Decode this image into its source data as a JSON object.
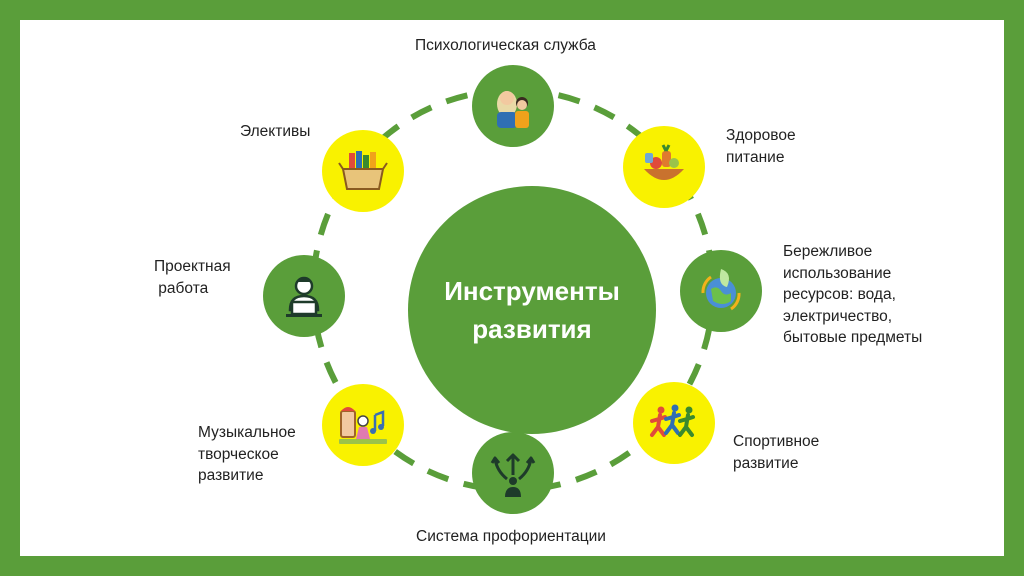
{
  "center": {
    "line1": "Инструменты",
    "line2": "развития"
  },
  "colors": {
    "background": "#5a9e3a",
    "accent_green": "#5a9e3a",
    "accent_yellow": "#f9f200",
    "ring": "#5a9e3a"
  },
  "nodes": [
    {
      "id": "psych",
      "icon": "people-icon",
      "label_lines": [
        "Психологическая служба"
      ]
    },
    {
      "id": "food",
      "icon": "healthy-food-icon",
      "label_lines": [
        "Здоровое",
        "питание"
      ]
    },
    {
      "id": "eco",
      "icon": "eco-globe-icon",
      "label_lines": [
        "Бережливое",
        "использование",
        "ресурсов: вода,",
        "электричество,",
        "бытовые предметы"
      ]
    },
    {
      "id": "sport",
      "icon": "runners-icon",
      "label_lines": [
        "Спортивное",
        "развитие"
      ]
    },
    {
      "id": "career",
      "icon": "career-arrows-icon",
      "label_lines": [
        "Система профориентации"
      ]
    },
    {
      "id": "music",
      "icon": "theatre-music-icon",
      "label_lines": [
        "Музыкальное",
        "творческое",
        "развитие"
      ]
    },
    {
      "id": "project",
      "icon": "person-laptop-icon",
      "label_lines": [
        "Проектная",
        " работа"
      ]
    },
    {
      "id": "electives",
      "icon": "books-box-icon",
      "label_lines": [
        "Элективы"
      ]
    }
  ]
}
